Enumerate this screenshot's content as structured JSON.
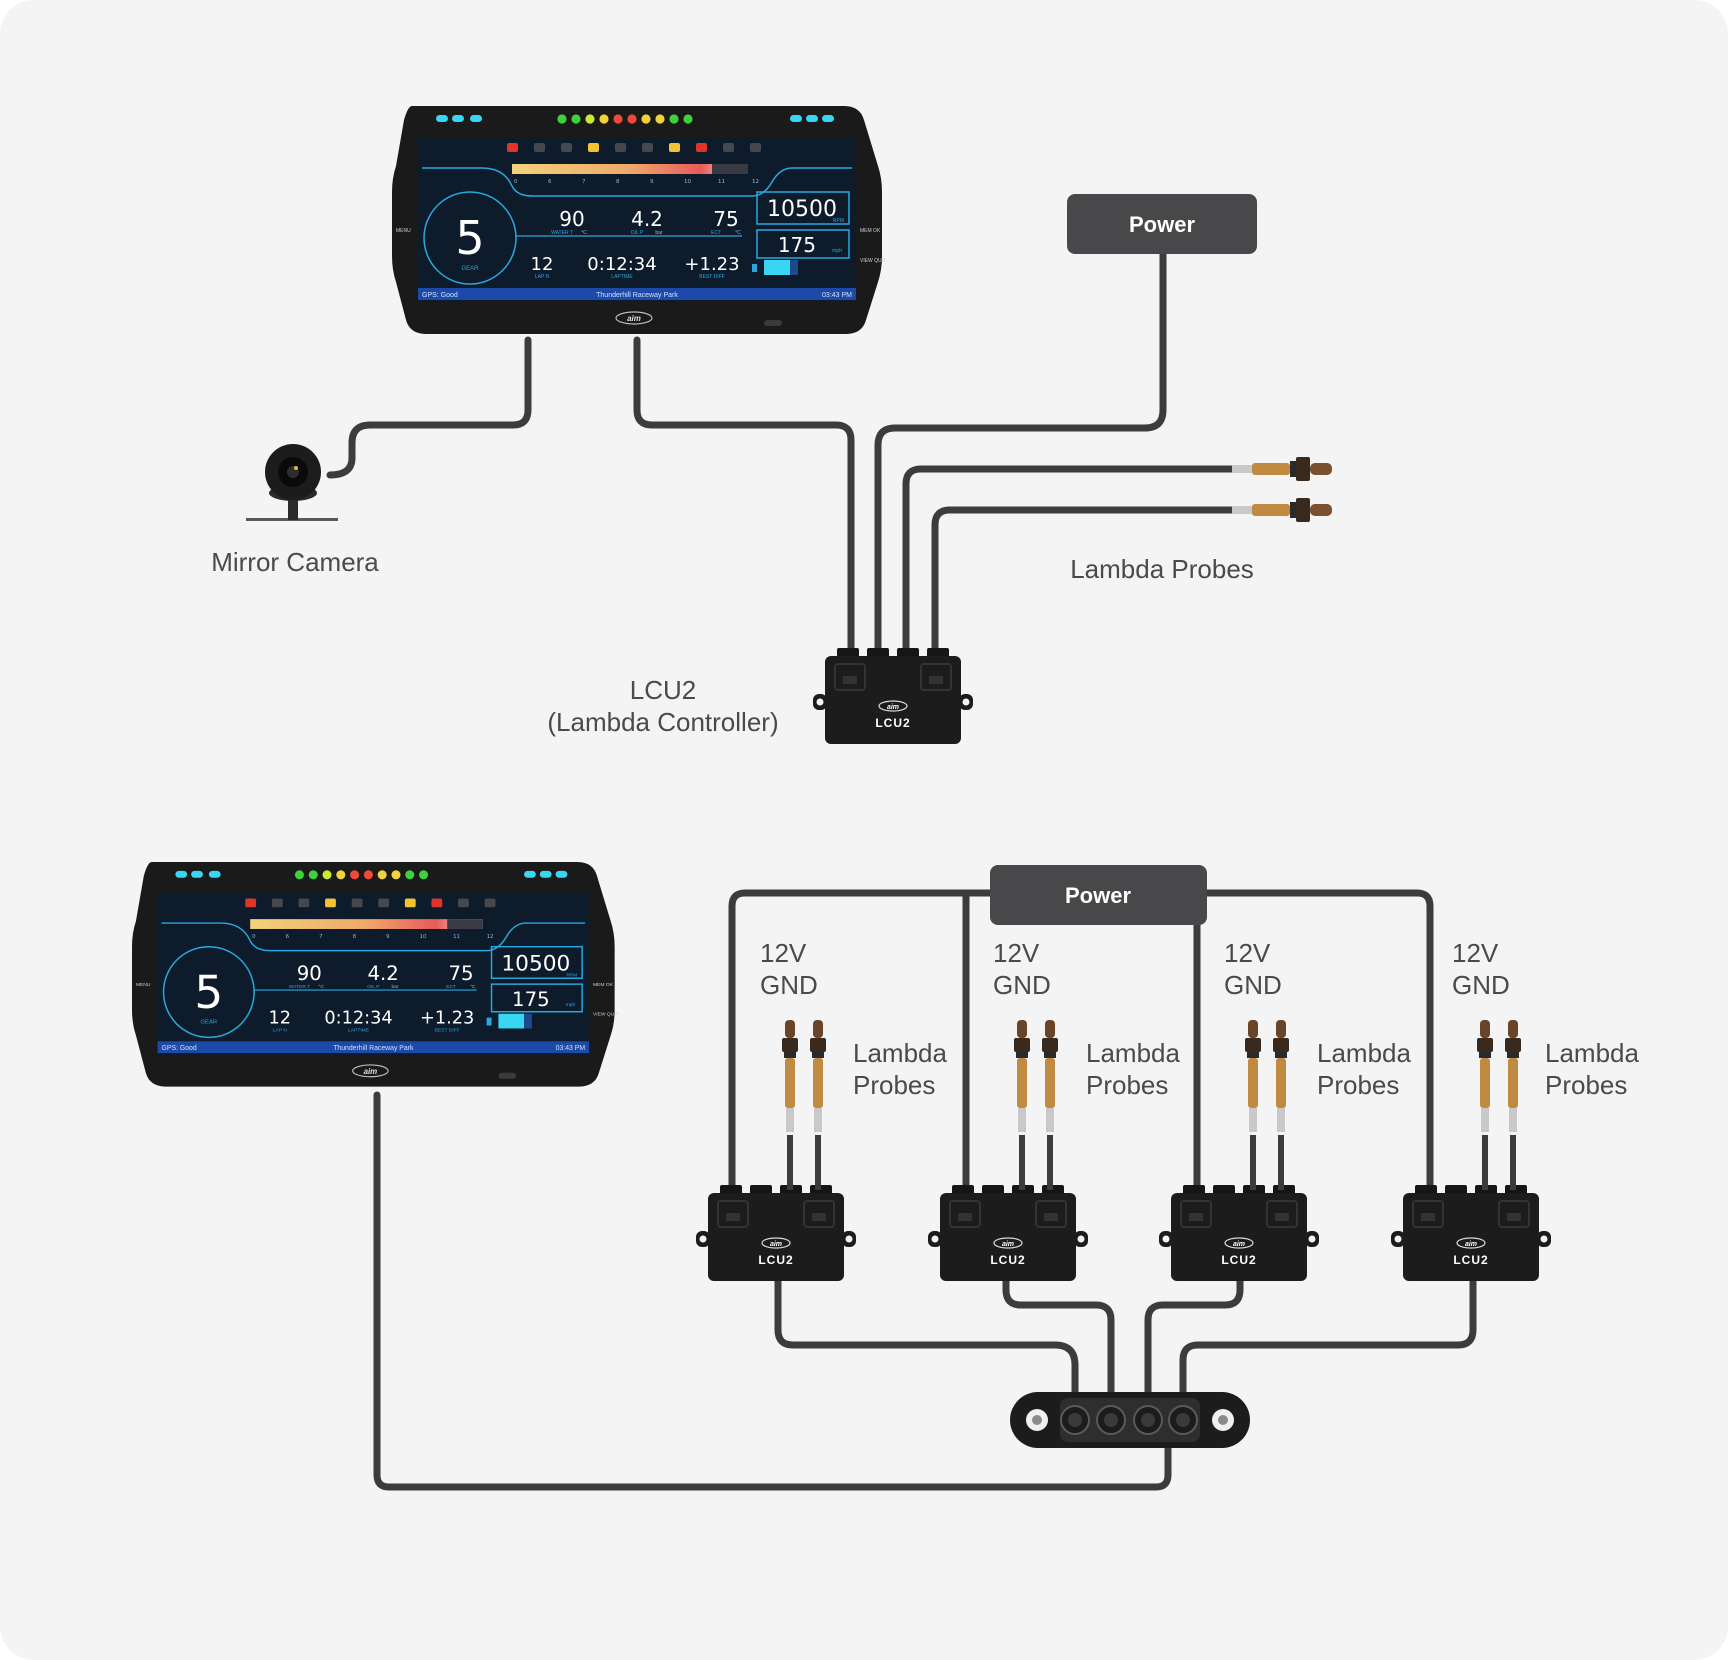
{
  "top": {
    "power_label": "Power",
    "camera_label": "Mirror Camera",
    "probes_label": "Lambda Probes",
    "lcu_label_line1": "LCU2",
    "lcu_label_line2": "(Lambda Controller)"
  },
  "bottom": {
    "power_label": "Power",
    "groups": [
      {
        "line1": "12V",
        "line2": "GND",
        "probes_line1": "Lambda",
        "probes_line2": "Probes"
      },
      {
        "line1": "12V",
        "line2": "GND",
        "probes_line1": "Lambda",
        "probes_line2": "Probes"
      },
      {
        "line1": "12V",
        "line2": "GND",
        "probes_line1": "Lambda",
        "probes_line2": "Probes"
      },
      {
        "line1": "12V",
        "line2": "GND",
        "probes_line1": "Lambda",
        "probes_line2": "Probes"
      }
    ]
  },
  "lcu_unit": {
    "brand": "aim",
    "model": "LCU2"
  },
  "dash": {
    "gear": "5",
    "gear_label": "GEAR",
    "rpm": "10500",
    "rpm_unit": "RPM",
    "speed": "175",
    "speed_unit": "mph",
    "water_temp": "90",
    "water_label": "WATER T",
    "water_unit": "°C",
    "oil_p": "4.2",
    "oil_label": "OIL P",
    "oil_unit": "bar",
    "ect": "75",
    "ect_label": "ECT",
    "ect_unit": "°C",
    "lap": "12",
    "lap_label": "LAP N",
    "laptime": "0:12:34",
    "laptime_label": "LAPTIME",
    "best_diff": "+1.23",
    "best_label": "BEST DIFF",
    "gps": "GPS: Good",
    "track": "Thunderhill Raceway Park",
    "clock": "03:43 PM",
    "scale": [
      "0",
      "6",
      "7",
      "8",
      "9",
      "10",
      "11",
      "12"
    ],
    "menu": "MENU",
    "mem": "MEM OK",
    "view": "VIEW QUIT",
    "brand": "aim"
  },
  "colors": {
    "background": "#f4f4f4",
    "cable": "#3c3c3e",
    "power_box": "#48484a",
    "dash_accent": "#29a8e0",
    "label_text": "#4a4a4e"
  }
}
